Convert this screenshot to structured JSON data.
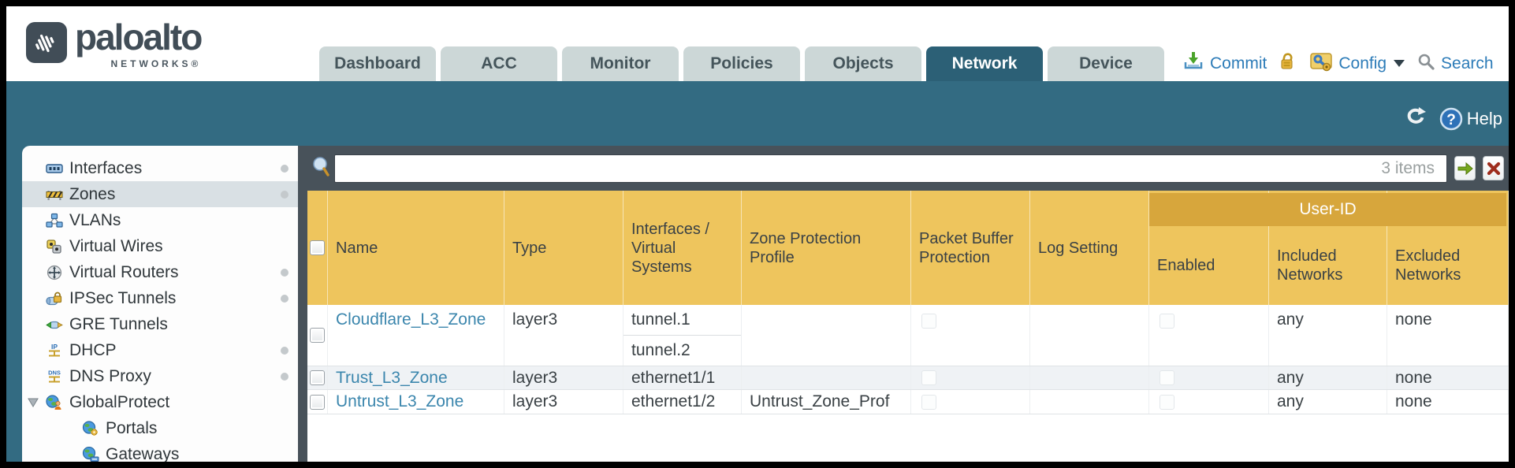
{
  "brand": {
    "name": "paloalto",
    "subtitle": "NETWORKS®"
  },
  "nav": {
    "tabs": [
      "Dashboard",
      "ACC",
      "Monitor",
      "Policies",
      "Objects",
      "Network",
      "Device"
    ],
    "active_tab": "Network",
    "commit_label": "Commit",
    "config_label": "Config",
    "search_label": "Search"
  },
  "banner": {
    "help_label": "Help"
  },
  "toolbar": {
    "filter_value": "",
    "items_count": "3 items"
  },
  "sidebar": {
    "items": [
      {
        "label": "Interfaces"
      },
      {
        "label": "Zones"
      },
      {
        "label": "VLANs"
      },
      {
        "label": "Virtual Wires"
      },
      {
        "label": "Virtual Routers"
      },
      {
        "label": "IPSec Tunnels"
      },
      {
        "label": "GRE Tunnels"
      },
      {
        "label": "DHCP"
      },
      {
        "label": "DNS Proxy"
      },
      {
        "label": "GlobalProtect"
      },
      {
        "label": "Portals"
      },
      {
        "label": "Gateways"
      }
    ],
    "selected_item": "Zones"
  },
  "table": {
    "group_header": "User-ID",
    "columns": [
      "Name",
      "Type",
      "Interfaces / Virtual Systems",
      "Zone Protection Profile",
      "Packet Buffer Protection",
      "Log Setting",
      "Enabled",
      "Included Networks",
      "Excluded Networks"
    ],
    "rows": [
      {
        "name": "Cloudflare_L3_Zone",
        "type": "layer3",
        "interfaces": [
          "tunnel.1",
          "tunnel.2"
        ],
        "zone_protection_profile": "",
        "log_setting": "",
        "included_networks": "any",
        "excluded_networks": "none"
      },
      {
        "name": "Trust_L3_Zone",
        "type": "layer3",
        "interfaces": [
          "ethernet1/1"
        ],
        "zone_protection_profile": "",
        "log_setting": "",
        "included_networks": "any",
        "excluded_networks": "none"
      },
      {
        "name": "Untrust_L3_Zone",
        "type": "layer3",
        "interfaces": [
          "ethernet1/2"
        ],
        "zone_protection_profile": "Untrust_Zone_Prof",
        "log_setting": "",
        "included_networks": "any",
        "excluded_networks": "none"
      }
    ]
  },
  "colors": {
    "teal_band": "#336b82",
    "active_tab": "#2c6076",
    "header_gold": "#eec55d",
    "user_id_gold": "#d7a63c",
    "link_blue": "#3b86ad",
    "toolbar_gray": "#48525a"
  }
}
